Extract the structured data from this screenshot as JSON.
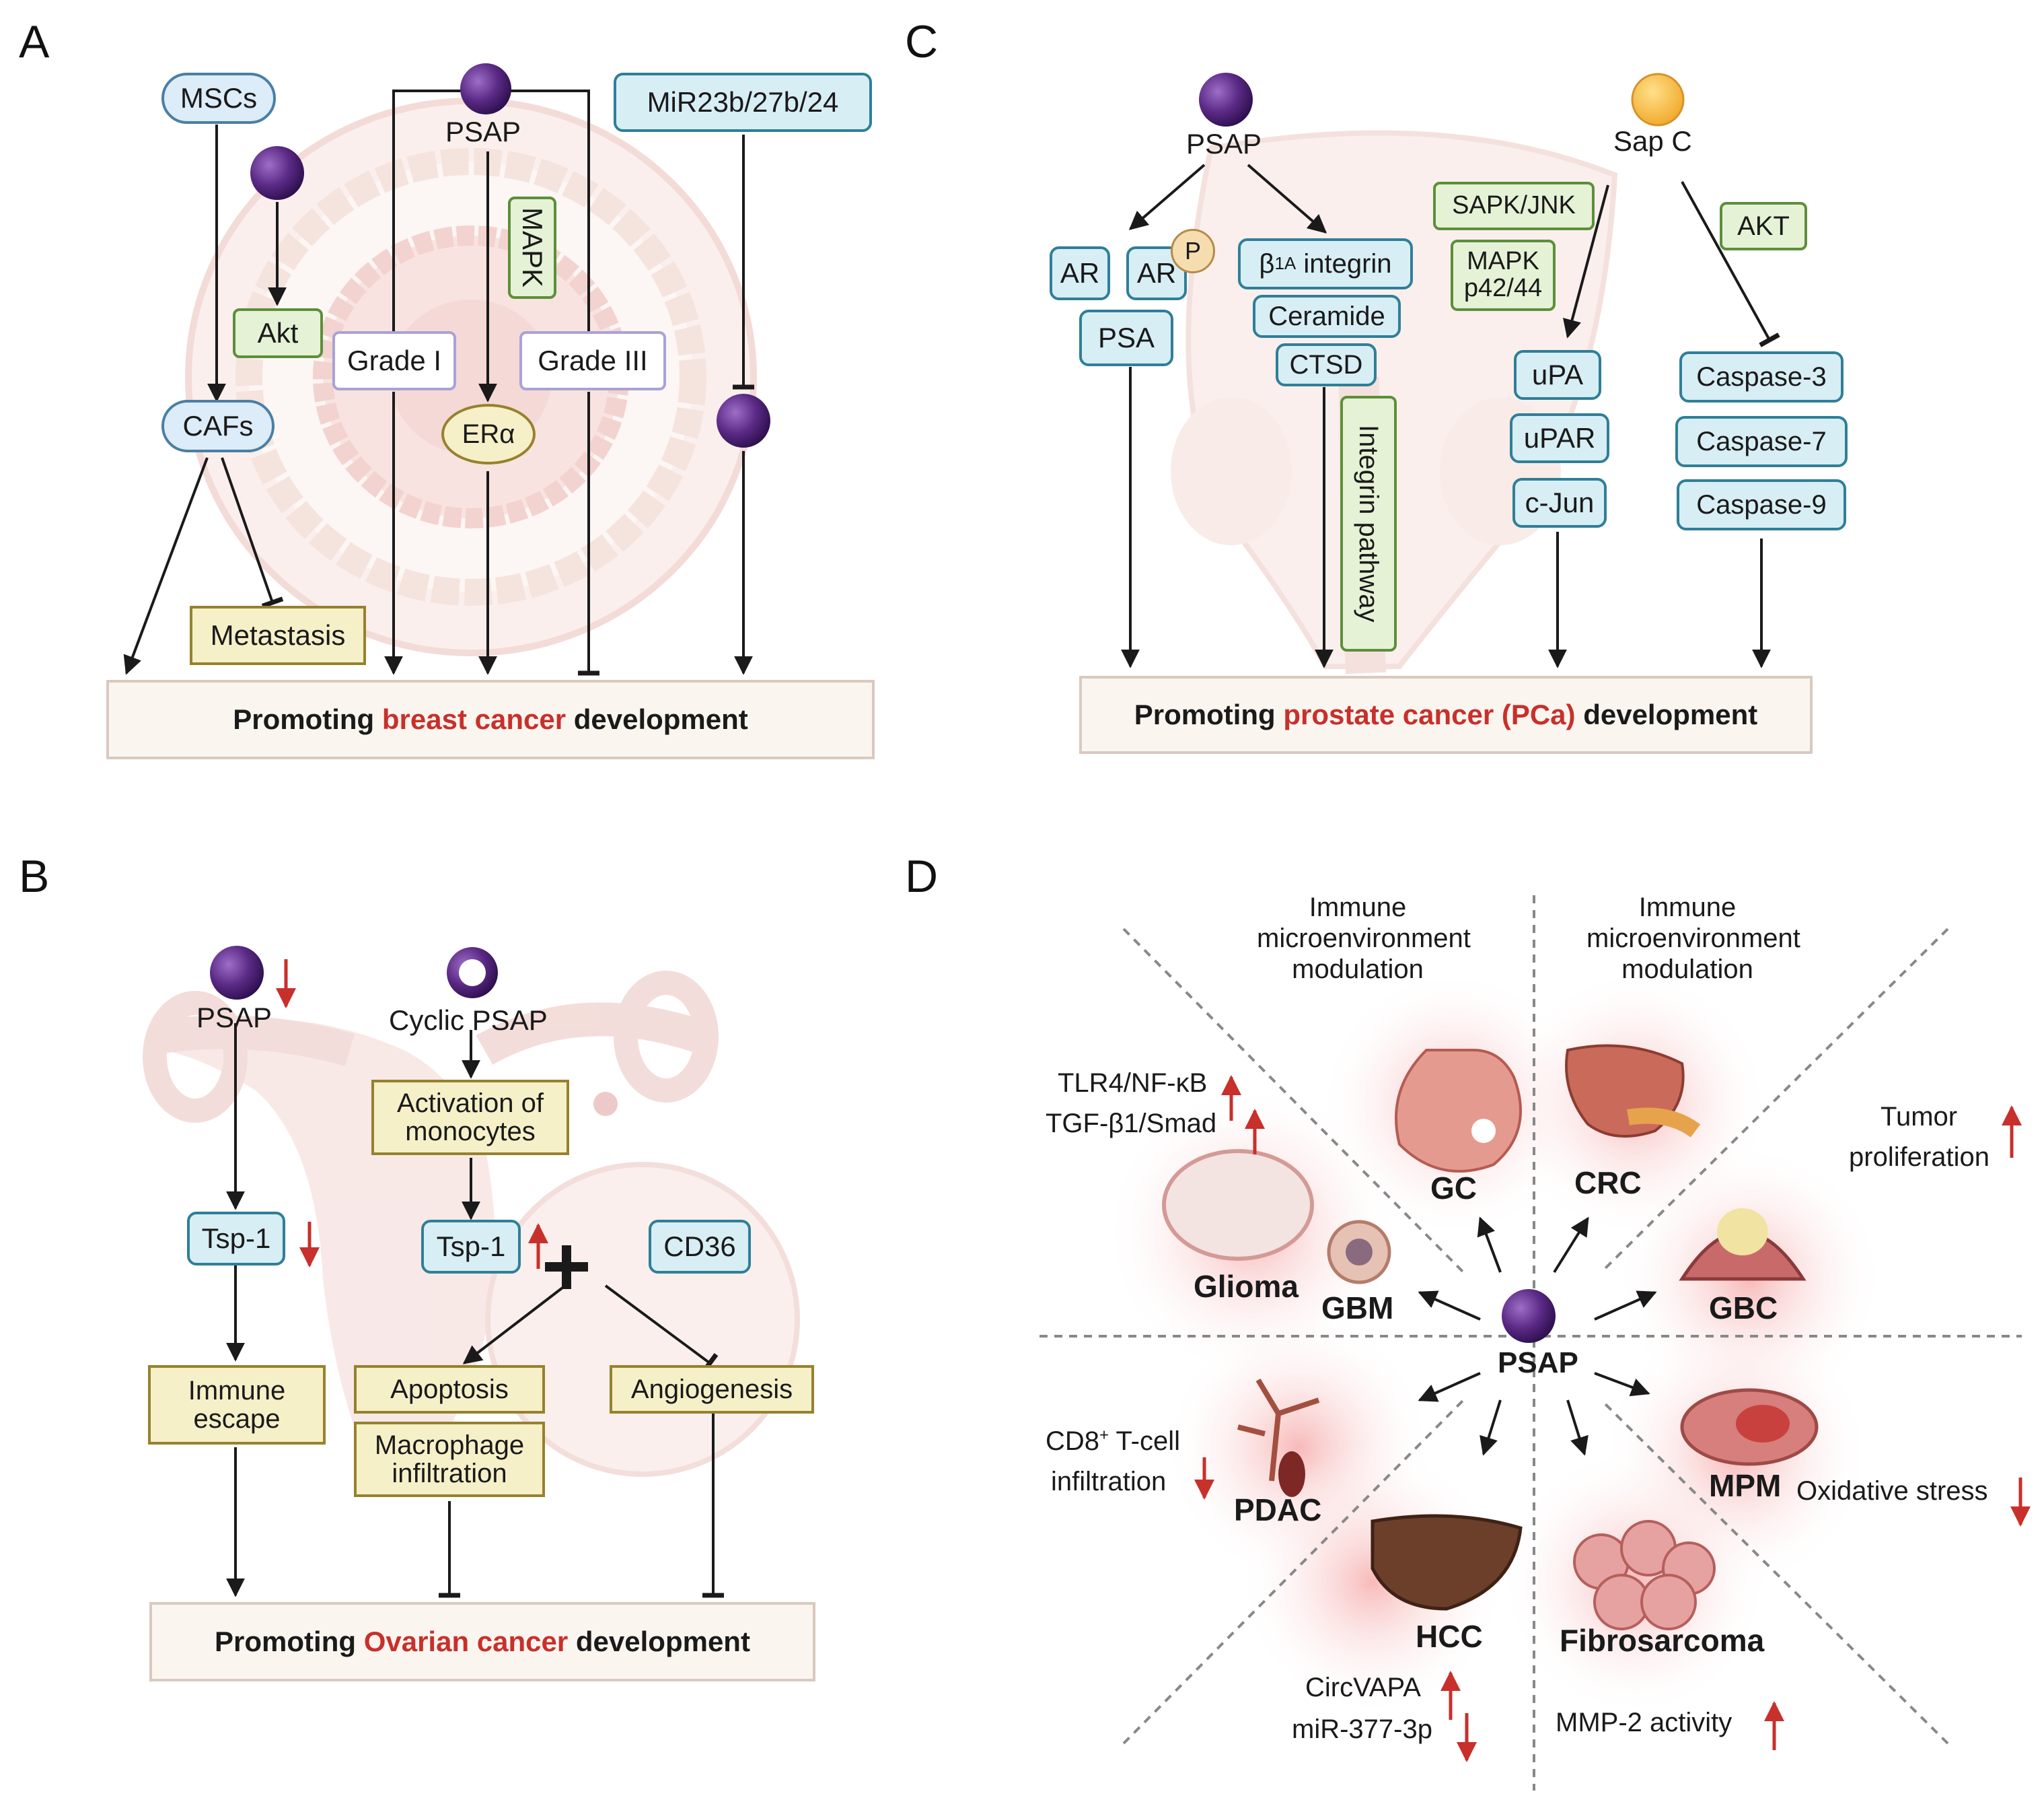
{
  "panel_letters": {
    "a": "A",
    "b": "B",
    "c": "C",
    "d": "D"
  },
  "colors": {
    "blue_box": "#d8eef5",
    "green_box": "#e6f2d6",
    "yellow_box": "#f6f0c8",
    "accent_red": "#c8302b",
    "psap_purple": "#5b2a86",
    "sapc_orange": "#f6b73c"
  },
  "panelA": {
    "msc": "MSCs",
    "cafs": "CAFs",
    "akt": "Akt",
    "psap": "PSAP",
    "grade1": "Grade I",
    "grade3": "Grade III",
    "mapk": "MAPK",
    "era": "ERα",
    "mir": "MiR23b/27b/24",
    "metastasis": "Metastasis",
    "bottom_pre": "Promoting ",
    "bottom_red": "breast cancer",
    "bottom_post": " development"
  },
  "panelB": {
    "psap": "PSAP",
    "cyclic": "Cyclic PSAP",
    "activation": "Activation of",
    "monocytes": "monocytes",
    "tsp_left": "Tsp-1",
    "tsp_mid": "Tsp-1",
    "cd36": "CD36",
    "immune1": "Immune",
    "immune2": "escape",
    "apoptosis": "Apoptosis",
    "macro1": "Macrophage",
    "macro2": "infiltration",
    "angio": "Angiogenesis",
    "bottom_pre": "Promoting ",
    "bottom_red": "Ovarian cancer",
    "bottom_post": " development"
  },
  "panelC": {
    "psap": "PSAP",
    "sapc": "Sap C",
    "ar": "AR",
    "ar2": "AR",
    "p": "P",
    "psa": "PSA",
    "integrin_beta": "β",
    "integrin_sub": "1A",
    "integrin_rest": " integrin",
    "ceramide": "Ceramide",
    "ctsd": "CTSD",
    "pathway": "Integrin pathway",
    "sapk": "SAPK/JNK",
    "mapk1": "MAPK",
    "mapk2": "p42/44",
    "akt": "AKT",
    "upa": "uPA",
    "upar": "uPAR",
    "cjun": "c-Jun",
    "casp3": "Caspase-3",
    "casp7": "Caspase-7",
    "casp9": "Caspase-9",
    "bottom_pre": "Promoting ",
    "bottom_red": "prostate cancer (PCa)",
    "bottom_post": " development"
  },
  "panelD": {
    "immune_left": [
      "Immune",
      "microenvironment",
      "modulation"
    ],
    "immune_right": [
      "Immune",
      "microenvironment",
      "modulation"
    ],
    "tlr4": "TLR4/NF-κB",
    "tgfb": "TGF-β1/Smad",
    "tumor1": "Tumor",
    "tumor2": "proliferation",
    "cd8_pre": "CD8",
    "cd8_sup": "+",
    "cd8_post": " T-cell",
    "cd8_line2": "infiltration",
    "oxidative": "Oxidative stress",
    "circ": "CircVAPA",
    "mir": "miR-377-3p",
    "mmp": "MMP-2 activity",
    "center": "PSAP",
    "organs": {
      "gc": "GC",
      "crc": "CRC",
      "glioma": "Glioma",
      "gbm": "GBM",
      "gbc": "GBC",
      "pdac": "PDAC",
      "mpm": "MPM",
      "hcc": "HCC",
      "fibro": "Fibrosarcoma"
    }
  }
}
